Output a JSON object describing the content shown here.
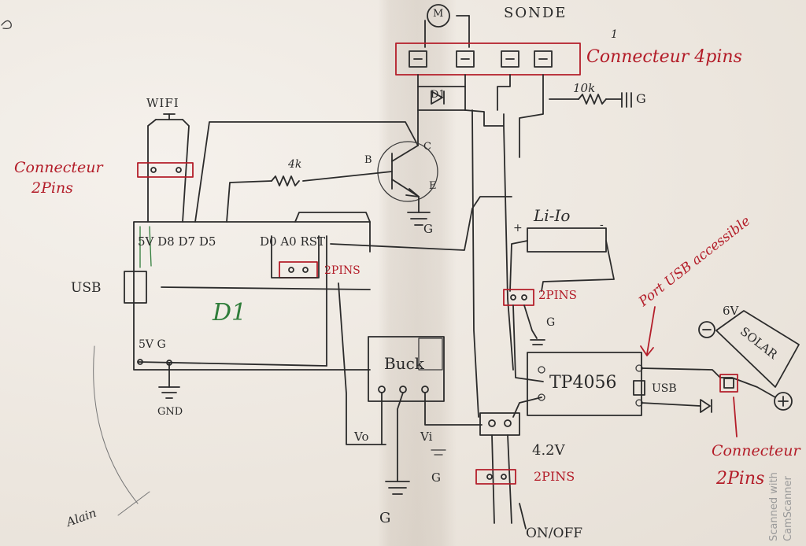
{
  "labels": {
    "sonde": "SONDE",
    "motor": "M",
    "connector4_num": "1",
    "connector4": "Connecteur 4pins",
    "d1_diode": "D1",
    "res10k": "10k",
    "ground_g": "G",
    "wifi": "WIFI",
    "connector2_left_l1": "Connecteur",
    "connector2_left_l2": "2Pins",
    "res4k": "4k",
    "trans_b": "B",
    "trans_c": "C",
    "trans_e": "E",
    "pins_header": "5V D8 D7 D5",
    "pins_header2": "D0 A0 RST",
    "pins2_red": "2PINS",
    "usb": "USB",
    "d1_board": "D1",
    "vg": "5V G",
    "gnd": "GND",
    "li_ion": "Li-Io",
    "plus": "+",
    "minus": "-",
    "pins2_mid": "2PINS",
    "port_usb": "Port USB accessible",
    "solar_v": "6V",
    "solar": "SOLAR",
    "buck": "Buck",
    "tp4056": "TP4056",
    "usb_right": "USB",
    "vo": "Vo",
    "vi": "Vi",
    "v42": "4.2V",
    "pins2_bottom": "2PINS",
    "onoff": "ON/OFF",
    "connector2_right_l1": "Connecteur",
    "connector2_right_l2": "2Pins",
    "signature": "Alain",
    "watermark_l1": "Scanned with",
    "watermark_l2": "CamScanner"
  }
}
